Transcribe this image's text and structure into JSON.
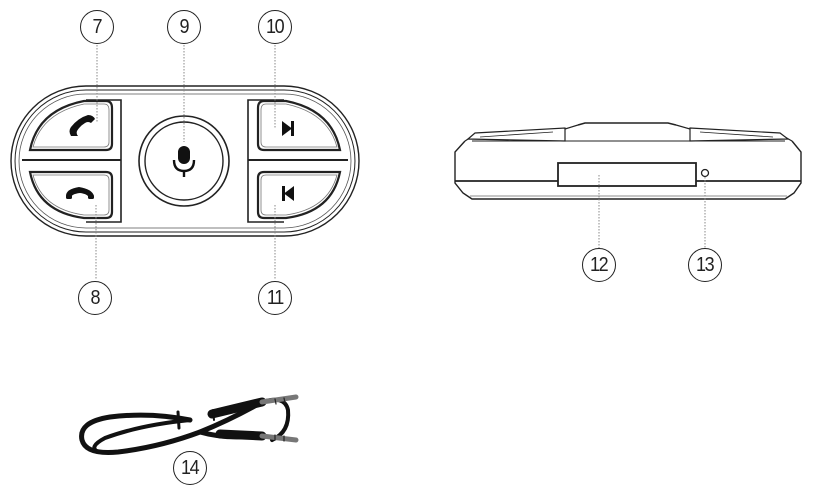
{
  "diagram": {
    "title": "",
    "views": [
      {
        "name": "front-view",
        "description": "Remote control top view with buttons"
      },
      {
        "name": "side-view",
        "description": "Remote control edge view with slot and indicator"
      },
      {
        "name": "accessory",
        "description": "3.5mm AUX audio cable"
      }
    ],
    "labels": {
      "l7": "7",
      "l8": "8",
      "l9": "9",
      "l10": "10",
      "l11": "11",
      "l12": "12",
      "l13": "13",
      "l14": "14"
    },
    "parts": [
      {
        "number": "7",
        "icon": "phone-answer-icon",
        "target": "answer-call-button"
      },
      {
        "number": "8",
        "icon": "phone-hangup-icon",
        "target": "end-call-button"
      },
      {
        "number": "9",
        "icon": "microphone-icon",
        "target": "voice-button"
      },
      {
        "number": "10",
        "icon": "next-track-icon",
        "target": "next-track-button"
      },
      {
        "number": "11",
        "icon": "previous-track-icon",
        "target": "previous-track-button"
      },
      {
        "number": "12",
        "icon": "",
        "target": "side-slot"
      },
      {
        "number": "13",
        "icon": "",
        "target": "indicator-hole"
      },
      {
        "number": "14",
        "icon": "",
        "target": "aux-cable"
      }
    ],
    "colors": {
      "line": "#222222",
      "background": "#ffffff",
      "cable": "#111111"
    }
  }
}
